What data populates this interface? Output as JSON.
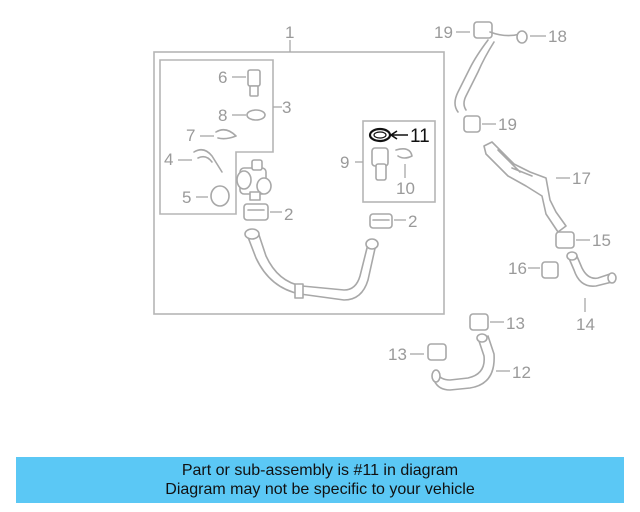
{
  "diagram": {
    "callouts": {
      "c1": "1",
      "c2a": "2",
      "c2b": "2",
      "c3": "3",
      "c4": "4",
      "c5": "5",
      "c6": "6",
      "c7": "7",
      "c8": "8",
      "c9": "9",
      "c10": "10",
      "c11": "11",
      "c12": "12",
      "c13a": "13",
      "c13b": "13",
      "c14": "14",
      "c15": "15",
      "c16": "16",
      "c17": "17",
      "c18": "18",
      "c19a": "19",
      "c19b": "19"
    },
    "highlighted_part": "11",
    "colors": {
      "parts": "#a8a8a8",
      "highlight": "#111111",
      "banner": "#5bc8f5"
    }
  },
  "banner": {
    "line1": "Part or sub-assembly is #11 in diagram",
    "line2": "Diagram may not be specific to your vehicle"
  }
}
